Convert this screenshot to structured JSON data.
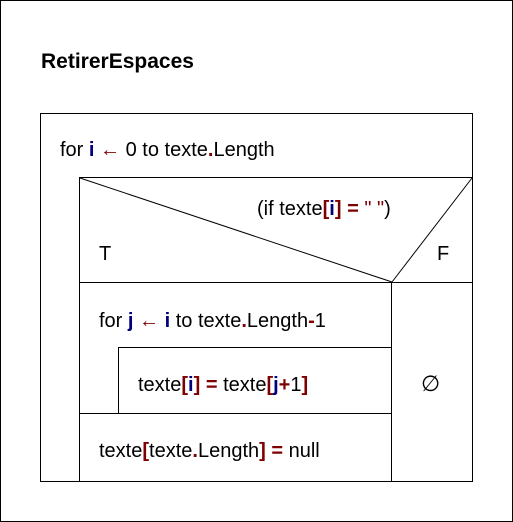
{
  "title": "RetirerEspaces",
  "for_loop": {
    "keyword": "for",
    "var": "i",
    "arrow": "←",
    "start": "0",
    "to": "to",
    "obj": "texte",
    "dot": ".",
    "prop": "Length"
  },
  "condition": {
    "open": "(if",
    "obj": "texte",
    "lbracket": "[",
    "var": "i",
    "rbracket": "]",
    "eq": "=",
    "literal": "\" \"",
    "close": ")"
  },
  "branch": {
    "true_label": "T",
    "false_label": "F",
    "empty_symbol": "∅"
  },
  "inner_loop": {
    "keyword": "for",
    "var": "j",
    "arrow": "←",
    "start": "i",
    "to": "to",
    "obj": "texte",
    "dot": ".",
    "prop": "Length",
    "minus": "-",
    "one": "1"
  },
  "assignment": {
    "obj1": "texte",
    "lb1": "[",
    "var1": "i",
    "rb1": "]",
    "eq": "=",
    "obj2": "texte",
    "lb2": "[",
    "var2": "j",
    "plus": "+",
    "one": "1",
    "rb2": "]"
  },
  "final_statement": {
    "obj": "texte",
    "lb": "[",
    "inner": "texte",
    "dot": ".",
    "prop": "Length",
    "rb": "]",
    "eq": "=",
    "value": "null"
  }
}
